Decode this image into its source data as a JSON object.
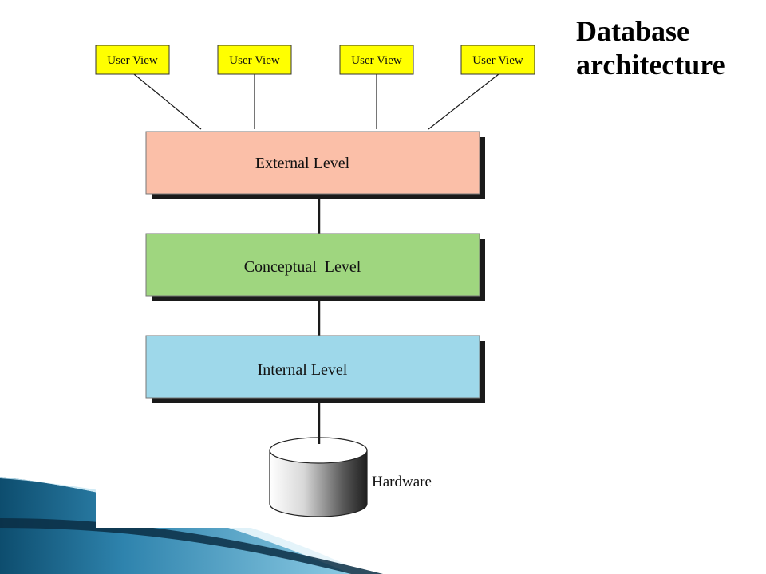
{
  "title": {
    "line1": "Database",
    "line2": "architecture"
  },
  "user_views": [
    "User View",
    "User View",
    "User View",
    "User View"
  ],
  "levels": [
    {
      "key": "external",
      "label": "External Level",
      "color": "#fbbfa8"
    },
    {
      "key": "conceptual",
      "label": "Conceptual  Level",
      "color": "#9fd67f"
    },
    {
      "key": "internal",
      "label": "Internal Level",
      "color": "#9ed8ea"
    }
  ],
  "storage": {
    "label": "Hardware"
  },
  "colors": {
    "user_view_fill": "#ffff00",
    "shadow": "#1a1a1a",
    "connector": "#1a1a1a",
    "deco_wave_dark": "#0d3c56",
    "deco_wave_mid": "#2e83ad",
    "deco_wave_light": "#7fc3df"
  }
}
